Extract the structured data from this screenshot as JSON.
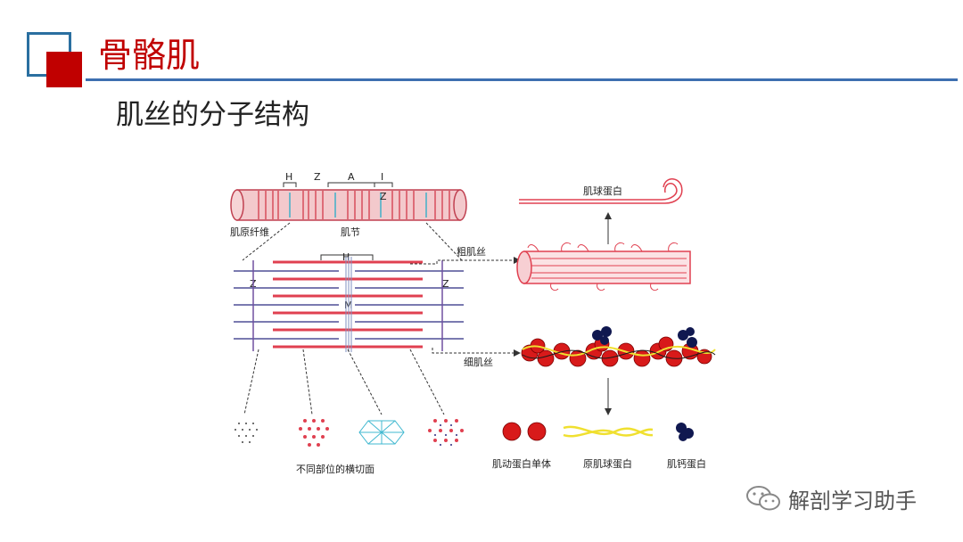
{
  "header": {
    "title": "骨骼肌",
    "subtitle": "肌丝的分子结构"
  },
  "figure": {
    "labels": {
      "H": "H",
      "Z": "Z",
      "A": "A",
      "I": "I",
      "M": "M",
      "myofibril": "肌原纤维",
      "sarcomere": "肌节",
      "myosin": "肌球蛋白",
      "thick_filament": "粗肌丝",
      "thin_filament": "细肌丝",
      "cross_sections": "不同部位的横切面",
      "actin_monomer": "肌动蛋白单体",
      "tropomyosin": "原肌球蛋白",
      "troponin": "肌钙蛋白"
    },
    "colors": {
      "muscle_red": "#e04050",
      "actin": "#d81a1a",
      "troponin": "#101850",
      "tropomyosin": "#f0e030",
      "cross_cyan": "#40b8d0"
    }
  },
  "watermark": {
    "text": "解剖学习助手"
  }
}
